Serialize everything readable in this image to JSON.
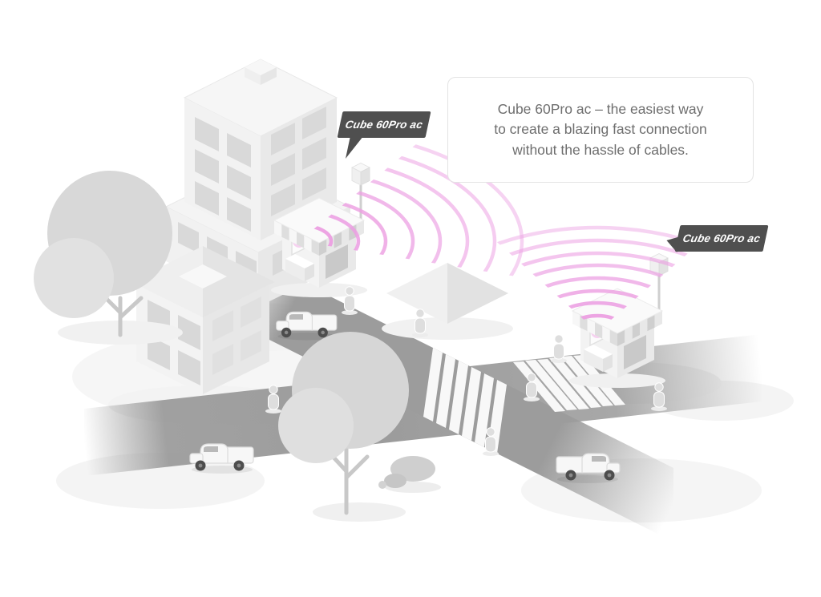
{
  "info_card": {
    "lines": [
      "Cube 60Pro ac – the easiest way",
      "to create a blazing fast connection",
      "without the hassle of cables."
    ]
  },
  "device_labels": {
    "left": "Cube 60Pro ac",
    "right": "Cube 60Pro ac"
  },
  "colors": {
    "signal_arc": "#ec9fe2",
    "device_dot": "#e23fc8",
    "tag_background": "#4f4f4f",
    "tag_text": "#ffffff",
    "card_border": "#e4e4e4",
    "card_text": "#6e6e6e",
    "road": "#9c9c9c",
    "building_light": "#f2f2f2",
    "building_shade": "#e9e9e9",
    "foliage": "#d8d8d8"
  }
}
